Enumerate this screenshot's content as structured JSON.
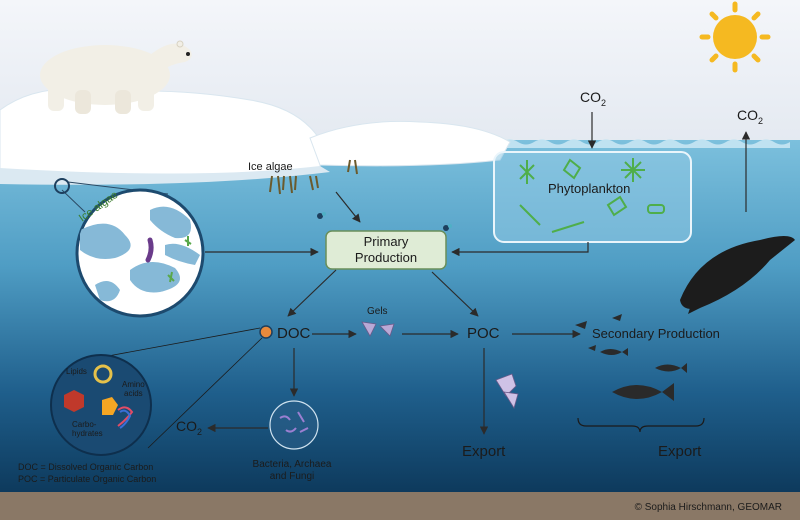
{
  "labels": {
    "ice_algae_top": "Ice algae",
    "ice_algae_zoom": "Ice algae",
    "phytoplankton": "Phytoplankton",
    "primary_line1": "Primary",
    "primary_line2": "Production",
    "doc": "DOC",
    "gels": "Gels",
    "poc": "POC",
    "secondary_production": "Secondary Production",
    "export_left": "Export",
    "export_right": "Export",
    "co2_top_left": "CO",
    "co2_top_right": "CO",
    "co2_bottom": "CO",
    "co2_sub": "2",
    "lipids": "Lipids",
    "amino_line1": "Amino",
    "amino_line2": "acids",
    "carbo_line1": "Carbo-",
    "carbo_line2": "hydrates",
    "bacteria_line1": "Bacteria, Archaea",
    "bacteria_line2": "and Fungi",
    "legend_doc": "DOC = Dissolved Organic Carbon",
    "legend_poc": "POC = Particulate Organic Carbon",
    "credit": "© Sophia Hirschmann, GEOMAR"
  },
  "colors": {
    "sky": "#e9eef5",
    "ocean_top": "#6fb6d6",
    "ocean_bottom": "#0e3e63",
    "ice": "#ffffff",
    "sun": "#f5b921",
    "primary_box_fill": "#dfecd6",
    "primary_box_stroke": "#6a8f5a",
    "phyto_box_stroke": "#e8f4fb",
    "seafloor": "#8a7866",
    "arrow": "#2b2b2b"
  }
}
